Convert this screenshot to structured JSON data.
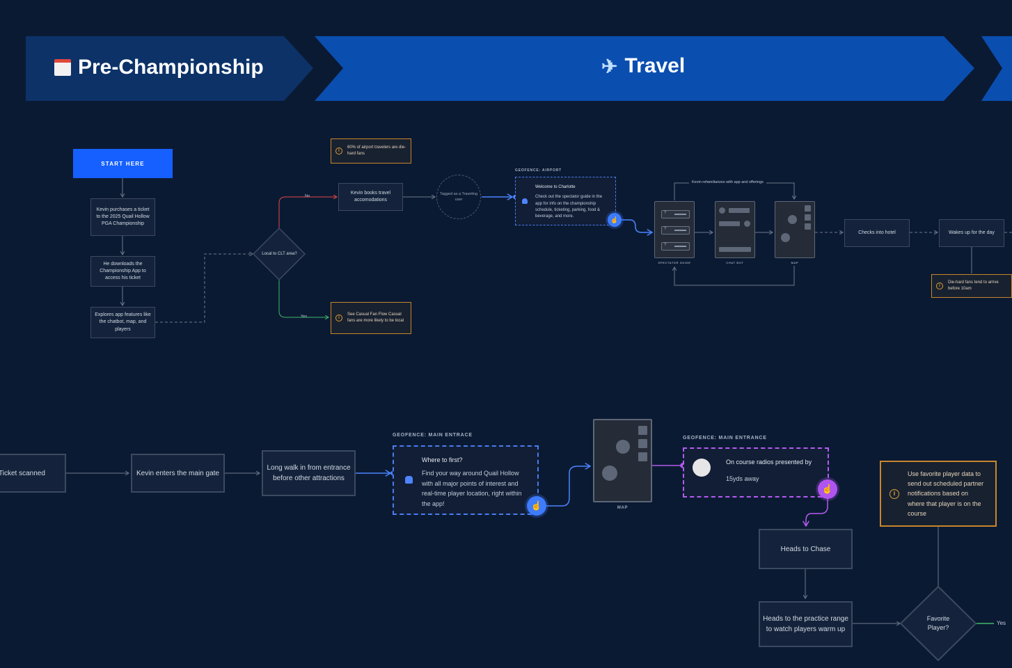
{
  "phases": [
    {
      "label": "Pre-Championship",
      "icon": "calendar-icon"
    },
    {
      "label": "Travel",
      "icon": "airplane-icon"
    }
  ],
  "colors": {
    "background": "#0b1a33",
    "phase_dark": "#0c3268",
    "phase_bright": "#0a4eb0",
    "start": "#1560ff",
    "note_border": "#c9862a",
    "geofence_blue": "#4a7df0",
    "geofence_purple": "#b55bf0",
    "yes_edge": "#3fb96a",
    "no_edge": "#e04848"
  },
  "top": {
    "start": "START HERE",
    "purchase": "Kevin purchases a ticket to the 2025 Quail Hollow PGA Championship",
    "download": "He downloads the Championship App to access his ticket",
    "explore": "Explores app features like the chatbot, map, and players",
    "decision": "Local to CLT area?",
    "edge_no": "No",
    "edge_yes": "Yes",
    "airport_note": "60% of airport travelers are die-hard fans",
    "books_travel": "Kevin books travel accomodations",
    "tagged": "Tagged as a Traveling user",
    "casual_note": "See Casual Fan Flow Casual fans are more likely to be local",
    "geo_airport_label": "GEOFENCE:   AIRPORT",
    "geo_airport_title": "Welcome to Charlotte",
    "geo_airport_body": "Check out the spectator guide in the app for info on the championship schedule, ticketing, parking, food & beverage, and more.",
    "loop_label": "Kevin refamiliarizes with app and offerings",
    "screen_guide": "SPECTATOR GUIDE",
    "screen_chat": "CHAT BOT",
    "screen_map": "MAP",
    "hotel": "Checks into hotel",
    "wakes": "Wakes up for the day",
    "diehard_note": "Die-hard fans tend to arrive before 10am"
  },
  "bottom": {
    "ticket": "Ticket scanned",
    "enters": "Kevin enters the main gate",
    "walk": "Long walk in from entrance before other attractions",
    "geo_main_label": "GEOFENCE:   MAIN ENTRACE",
    "geo_main_title": "Where to first?",
    "geo_main_body": "Find your way around Quail Hollow with all major points of interest and real-time player location, right within the app!",
    "screen_map": "MAP",
    "geo_radio_label": "GEOFENCE:   MAIN ENTRANCE",
    "geo_radio_title": "On course radios presented by",
    "geo_radio_body": "15yds away",
    "chase": "Heads to Chase",
    "practice": "Heads to the practice range to watch players warm up",
    "favorite_note": "Use favorite player data to send out scheduled partner notifications based on where that player is on the course",
    "favorite_q": "Favorite Player?",
    "edge_yes": "Yes"
  }
}
